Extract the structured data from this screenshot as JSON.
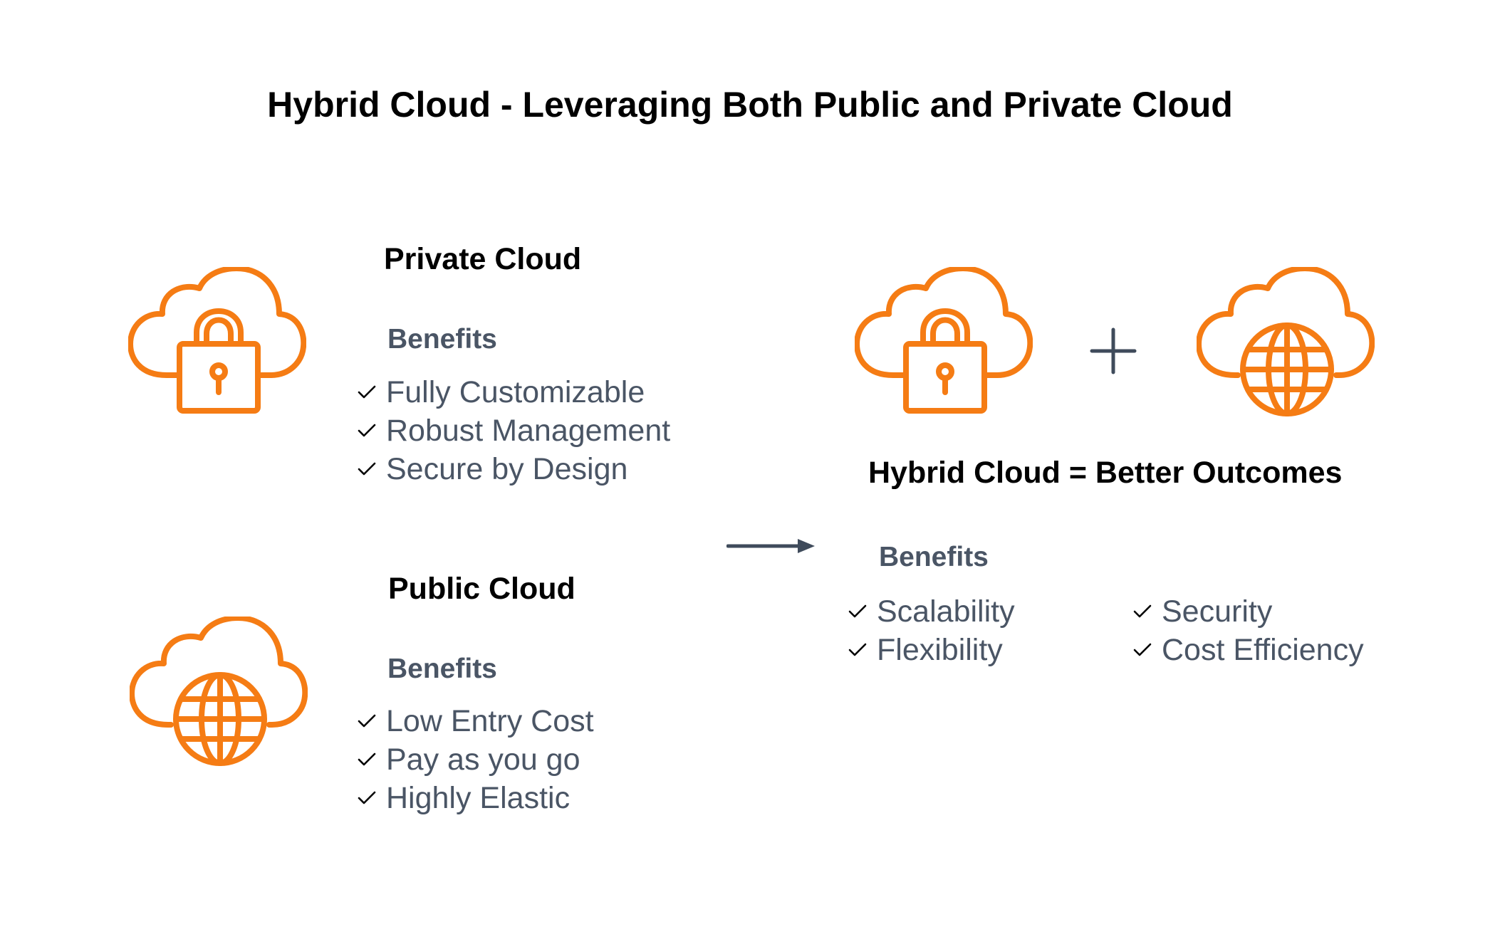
{
  "title": "Hybrid Cloud - Leveraging Both Public and Private Cloud",
  "private_cloud": {
    "heading": "Private Cloud",
    "benefits_label": "Benefits",
    "items": [
      "Fully Customizable",
      "Robust Management",
      "Secure by Design"
    ],
    "icon": "cloud-lock-icon"
  },
  "public_cloud": {
    "heading": "Public Cloud",
    "benefits_label": "Benefits",
    "items": [
      "Low Entry Cost",
      "Pay as you go",
      "Highly Elastic"
    ],
    "icon": "cloud-globe-icon"
  },
  "hybrid_cloud": {
    "heading": "Hybrid Cloud = Better Outcomes",
    "benefits_label": "Benefits",
    "items_left": [
      "Scalability",
      "Flexibility"
    ],
    "items_right": [
      "Security",
      "Cost Efficiency"
    ],
    "icons": [
      "cloud-lock-icon",
      "plus-icon",
      "cloud-globe-icon"
    ]
  },
  "connector": "arrow-right-icon",
  "colors": {
    "accent": "#f57c14",
    "text_gray": "#4a5565",
    "arrow": "#3f4b5b"
  }
}
